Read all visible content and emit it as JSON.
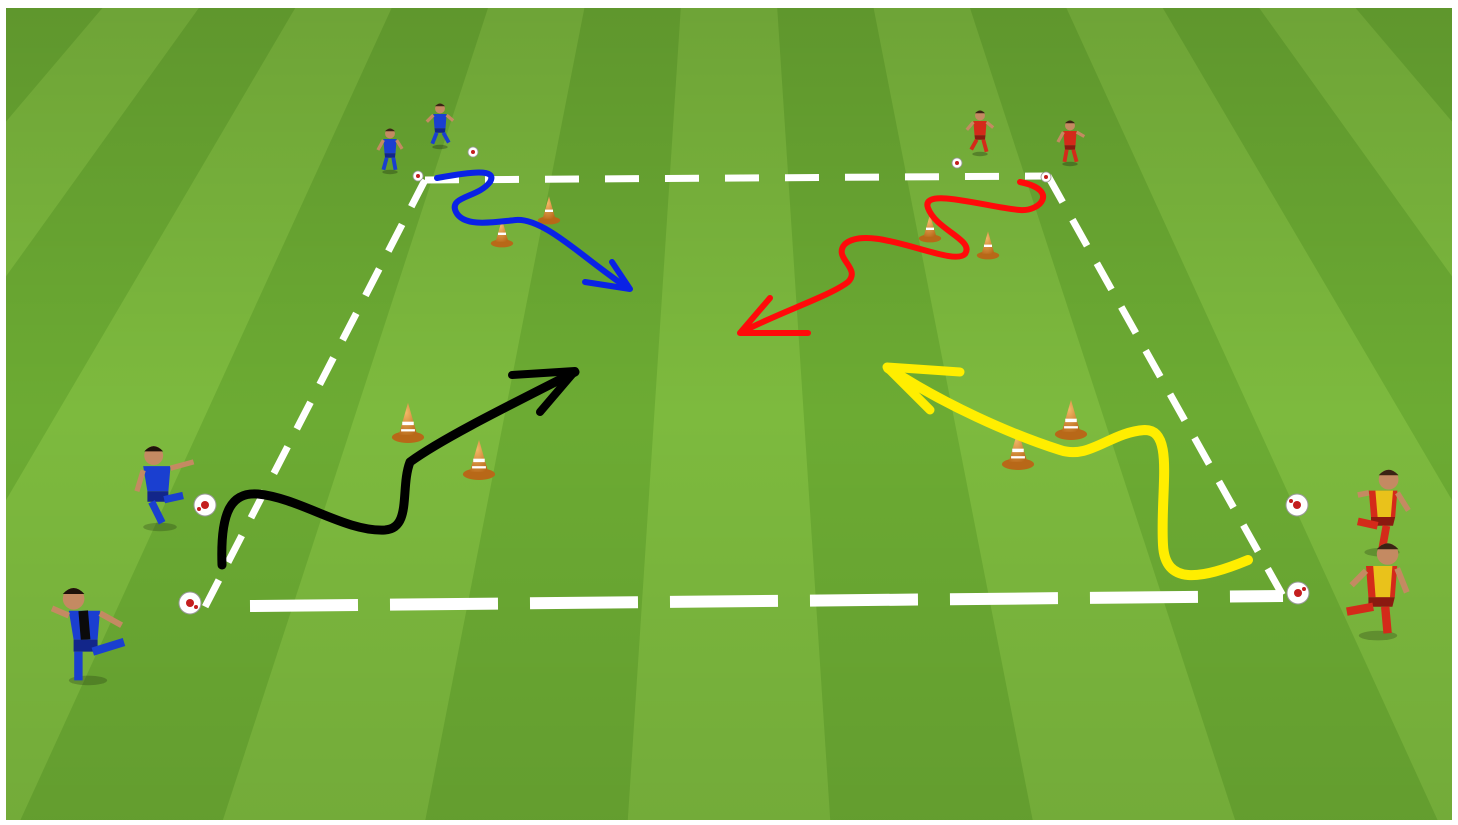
{
  "diagram": {
    "type": "soccer-drill",
    "surface": "grass-pitch-striped",
    "colors": {
      "grass_light": "#7dba3e",
      "grass_dark": "#5e9f2a",
      "lines": "#ffffff",
      "team_blue": "#1a3fd0",
      "team_red": "#d42a1a",
      "bib_yellow": "#e9c21b",
      "cone": "#d98a2b",
      "path_blue": "#0a22e6",
      "path_red": "#ff0a0a",
      "path_black": "#000000",
      "path_yellow": "#ffee00"
    },
    "area": {
      "shape": "rectangle-dashed"
    },
    "players": [
      {
        "team": "blue",
        "corner": "top-left",
        "count": 2
      },
      {
        "team": "red",
        "corner": "top-right",
        "count": 2
      },
      {
        "team": "blue",
        "corner": "bottom-left",
        "count": 2
      },
      {
        "team": "red-yellow-bibs",
        "corner": "bottom-right",
        "count": 2
      }
    ],
    "dribble_paths": [
      {
        "color": "blue",
        "from": "top-left",
        "to": "center"
      },
      {
        "color": "red",
        "from": "top-right",
        "to": "center"
      },
      {
        "color": "black",
        "from": "bottom-left",
        "to": "center"
      },
      {
        "color": "yellow",
        "from": "bottom-right",
        "to": "center"
      }
    ],
    "cones_count": 8,
    "balls_count": 8
  }
}
